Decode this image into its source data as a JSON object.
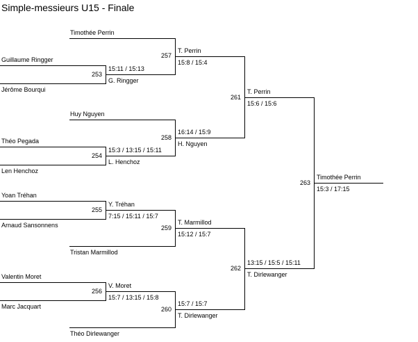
{
  "title": "Simple-messieurs U15 - Finale",
  "round1": {
    "players": [
      "Timothée Perrin",
      "Guillaume Ringger",
      "Jérôme Bourqui",
      "Huy Nguyen",
      "Théo Pegada",
      "Len Henchoz",
      "Yoan Tréhan",
      "Arnaud Sansonnens",
      "Tristan Marmillod",
      "Valentin Moret",
      "Marc Jacquart",
      "Théo Dirlewanger"
    ]
  },
  "matches": {
    "m253": {
      "number": "253",
      "winner": "G. Ringger",
      "score": "15:11 / 15:13"
    },
    "m254": {
      "number": "254",
      "winner": "L. Henchoz",
      "score": "15:3 / 13:15 / 15:11"
    },
    "m255": {
      "number": "255",
      "winner": "Y. Tréhan",
      "score": "7:15 / 15:11 / 15:7"
    },
    "m256": {
      "number": "256",
      "winner": "V. Moret",
      "score": "15:7 / 13:15 / 15:8"
    },
    "m257": {
      "number": "257",
      "winner": "T. Perrin",
      "score": "15:8 / 15:4"
    },
    "m258": {
      "number": "258",
      "winner": "H. Nguyen",
      "score": "16:14 / 15:9"
    },
    "m259": {
      "number": "259",
      "winner": "T. Marmillod",
      "score": "15:12 / 15:7"
    },
    "m260": {
      "number": "260",
      "winner": "T. Dirlewanger",
      "score": "15:7 / 15:7"
    },
    "m261": {
      "number": "261",
      "winner": "T. Perrin",
      "score": "15:6 / 15:6"
    },
    "m262": {
      "number": "262",
      "winner": "T. Dirlewanger",
      "score": "13:15 / 15:5 / 15:11"
    },
    "m263": {
      "number": "263",
      "winner": "Timothée Perrin",
      "score": "15:3 / 17:15"
    }
  }
}
